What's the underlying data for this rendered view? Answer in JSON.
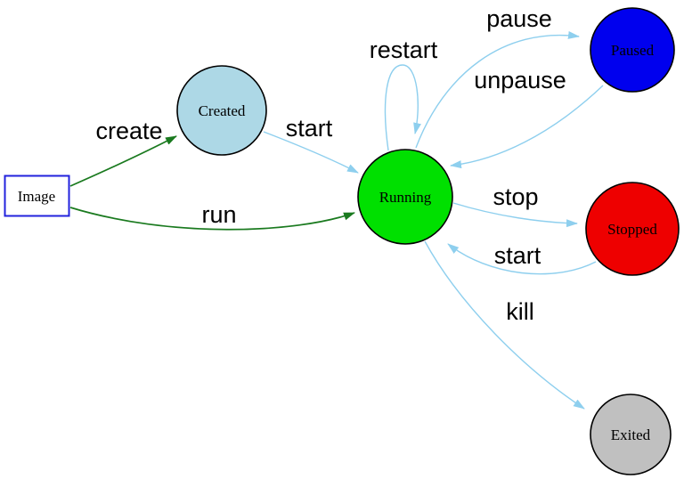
{
  "diagram": {
    "type": "state-diagram",
    "palette": {
      "edge_blue": "#8ecfee",
      "edge_green": "#1a7a1f",
      "node_border": "#000000",
      "image_box_border": "#2222dd",
      "label_color": "#000000",
      "background": "#ffffff"
    },
    "nodes": [
      {
        "id": "image",
        "label": "Image",
        "shape": "box",
        "fill": "#ffffff",
        "border": "#2222dd"
      },
      {
        "id": "created",
        "label": "Created",
        "shape": "circle",
        "fill": "#add8e6",
        "border": "#000000"
      },
      {
        "id": "running",
        "label": "Running",
        "shape": "circle",
        "fill": "#00e000",
        "border": "#000000"
      },
      {
        "id": "paused",
        "label": "Paused",
        "shape": "circle",
        "fill": "#0000ee",
        "border": "#000000"
      },
      {
        "id": "stopped",
        "label": "Stopped",
        "shape": "circle",
        "fill": "#ee0000",
        "border": "#000000"
      },
      {
        "id": "exited",
        "label": "Exited",
        "shape": "circle",
        "fill": "#c0c0c0",
        "border": "#000000"
      }
    ],
    "edges": [
      {
        "label": "create",
        "from": "image",
        "to": "created",
        "color": "#1a7a1f"
      },
      {
        "label": "run",
        "from": "image",
        "to": "running",
        "color": "#1a7a1f"
      },
      {
        "label": "start",
        "from": "created",
        "to": "running",
        "color": "#8ecfee"
      },
      {
        "label": "restart",
        "from": "running",
        "to": "running",
        "color": "#8ecfee"
      },
      {
        "label": "pause",
        "from": "running",
        "to": "paused",
        "color": "#8ecfee"
      },
      {
        "label": "unpause",
        "from": "paused",
        "to": "running",
        "color": "#8ecfee"
      },
      {
        "label": "stop",
        "from": "running",
        "to": "stopped",
        "color": "#8ecfee"
      },
      {
        "label": "start",
        "from": "stopped",
        "to": "running",
        "color": "#8ecfee"
      },
      {
        "label": "kill",
        "from": "running",
        "to": "exited",
        "color": "#8ecfee"
      }
    ]
  }
}
